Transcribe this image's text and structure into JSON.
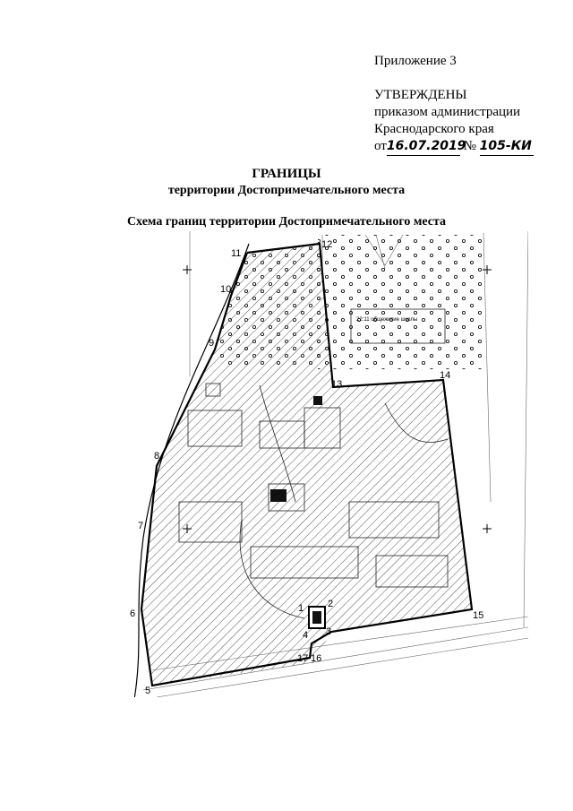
{
  "header": {
    "appendix": "Приложение 3",
    "approved_title": "УТВЕРЖДЕНЫ",
    "approved_line1": "приказом администрации",
    "approved_line2": "Краснодарского края",
    "date_prefix": "от",
    "date_value": "16.07.2019",
    "number_prefix": "№",
    "number_value": "105-КИ"
  },
  "title": {
    "main": "ГРАНИЦЫ",
    "subtitle": "территории Достопримечательного места",
    "scheme": "Схема границ территории Достопримечательного места"
  },
  "map": {
    "point_labels": [
      "1",
      "2",
      "3",
      "4",
      "5",
      "6",
      "7",
      "8",
      "9",
      "10",
      "11",
      "12",
      "13",
      "14",
      "15",
      "16",
      "17"
    ],
    "building_label": "22:11 общежитие школы"
  },
  "colors": {
    "ink": "#000000",
    "hatch": "#555555",
    "paper": "#ffffff"
  }
}
